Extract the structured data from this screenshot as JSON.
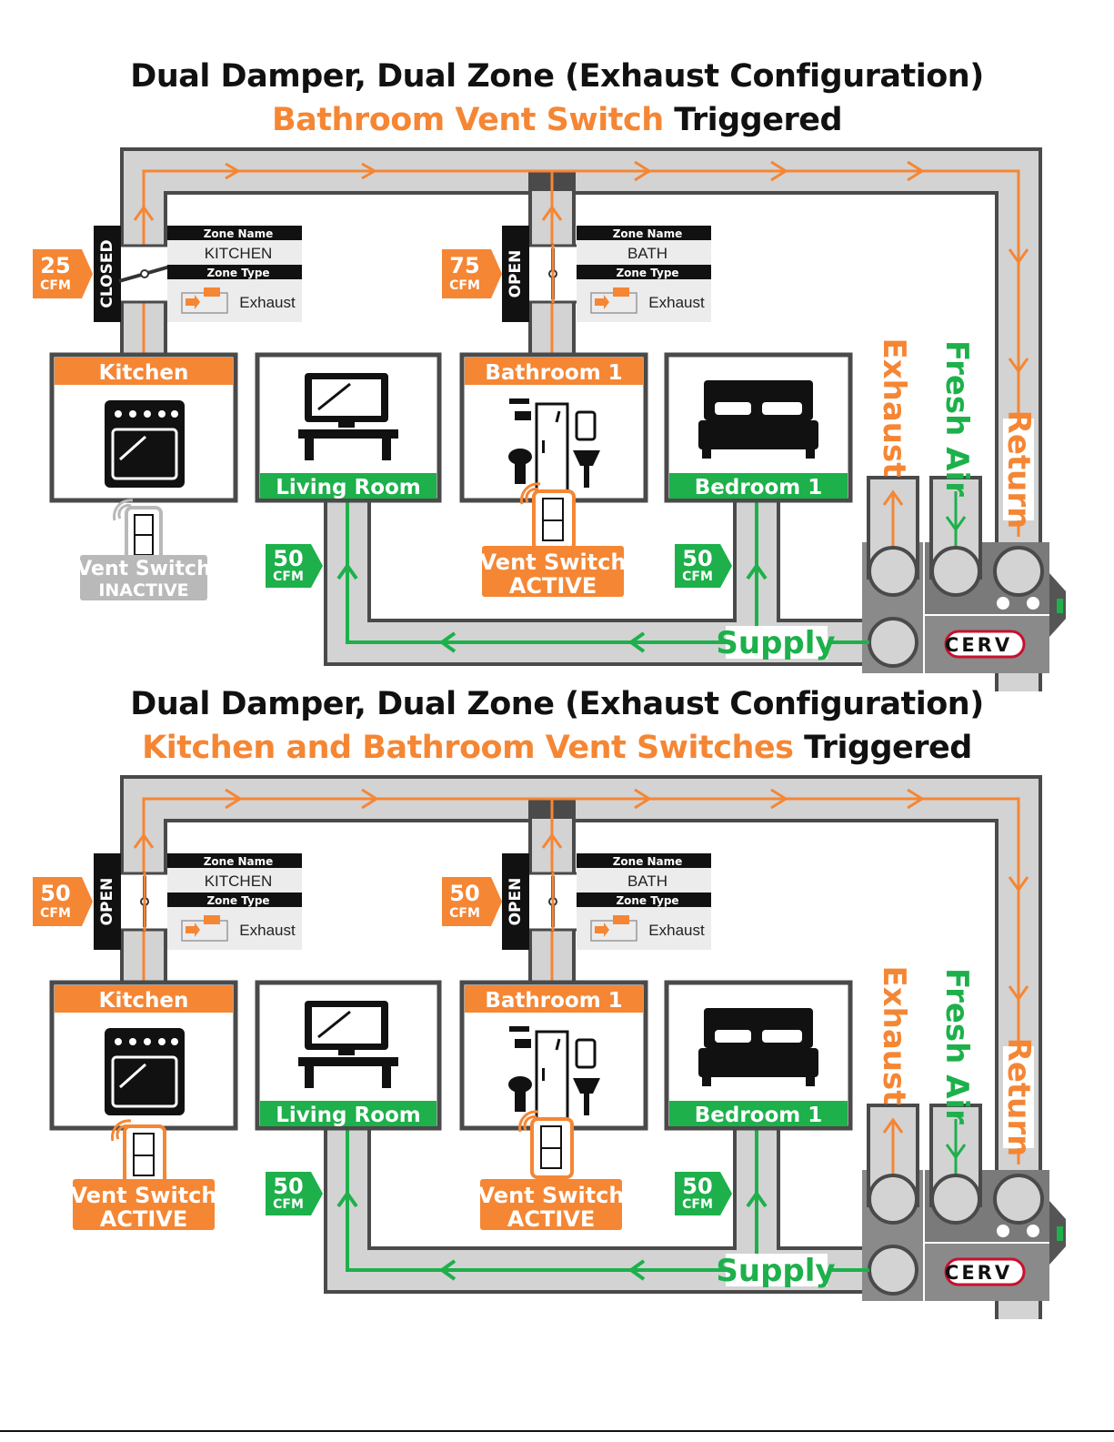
{
  "diagrams": [
    {
      "title": "Dual Damper, Dual Zone (Exhaust Configuration)",
      "subtitle_orange": "Bathroom Vent Switch",
      "subtitle_black": " Triggered",
      "dampers": [
        {
          "cfm": "25",
          "cfm_unit": "CFM",
          "state": "CLOSED",
          "zone_name_label": "Zone Name",
          "zone_name": "KITCHEN",
          "zone_type_label": "Zone Type",
          "zone_type": "Exhaust"
        },
        {
          "cfm": "75",
          "cfm_unit": "CFM",
          "state": "OPEN",
          "zone_name_label": "Zone Name",
          "zone_name": "BATH",
          "zone_type_label": "Zone Type",
          "zone_type": "Exhaust"
        }
      ],
      "rooms": [
        "Kitchen",
        "Living Room",
        "Bathroom 1",
        "Bedroom 1"
      ],
      "switches": [
        {
          "line1": "Vent Switch",
          "line2": "INACTIVE",
          "active": false
        },
        {
          "line1": "Vent Switch",
          "line2": "ACTIVE",
          "active": true
        }
      ],
      "supply_cfm": [
        {
          "cfm": "50",
          "unit": "CFM"
        },
        {
          "cfm": "50",
          "unit": "CFM"
        }
      ],
      "duct_labels": {
        "exhaust": "Exhaust",
        "fresh_air": "Fresh Air",
        "return": "Return",
        "supply": "Supply"
      },
      "brand": "CERV"
    },
    {
      "title": "Dual Damper, Dual Zone (Exhaust Configuration)",
      "subtitle_orange": "Kitchen and Bathroom Vent Switches",
      "subtitle_black": " Triggered",
      "dampers": [
        {
          "cfm": "50",
          "cfm_unit": "CFM",
          "state": "OPEN",
          "zone_name_label": "Zone Name",
          "zone_name": "KITCHEN",
          "zone_type_label": "Zone Type",
          "zone_type": "Exhaust"
        },
        {
          "cfm": "50",
          "cfm_unit": "CFM",
          "state": "OPEN",
          "zone_name_label": "Zone Name",
          "zone_name": "BATH",
          "zone_type_label": "Zone Type",
          "zone_type": "Exhaust"
        }
      ],
      "rooms": [
        "Kitchen",
        "Living Room",
        "Bathroom 1",
        "Bedroom 1"
      ],
      "switches": [
        {
          "line1": "Vent Switch",
          "line2": "ACTIVE",
          "active": true
        },
        {
          "line1": "Vent Switch",
          "line2": "ACTIVE",
          "active": true
        }
      ],
      "supply_cfm": [
        {
          "cfm": "50",
          "unit": "CFM"
        },
        {
          "cfm": "50",
          "unit": "CFM"
        }
      ],
      "duct_labels": {
        "exhaust": "Exhaust",
        "fresh_air": "Fresh Air",
        "return": "Return",
        "supply": "Supply"
      },
      "brand": "CERV"
    }
  ],
  "colors": {
    "orange": "#f58634",
    "green": "#1db04b",
    "duct_gray": "#d3d3d3",
    "outline": "#4a4a4a",
    "inactive": "#b9b9b9",
    "unit_gray": "#8a8a8a"
  }
}
